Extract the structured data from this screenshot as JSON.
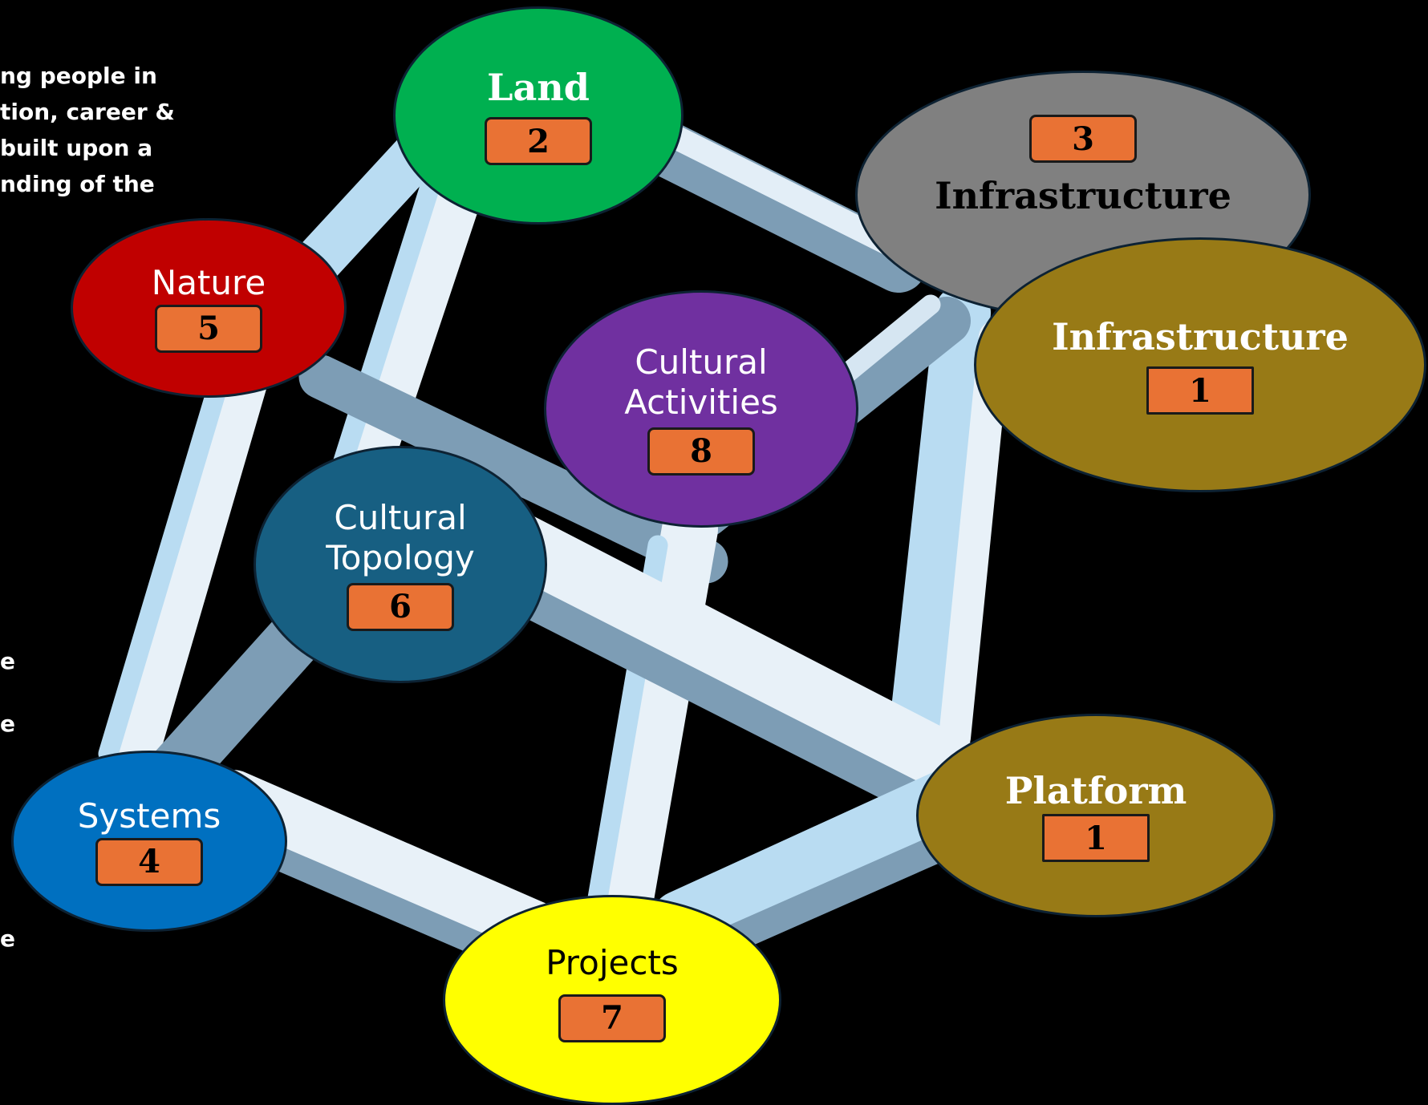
{
  "intro": {
    "lines": [
      "ng people in",
      "tion, career &",
      " built upon a",
      "nding of the"
    ]
  },
  "left_edge_fragments": [
    "e",
    "e",
    "e"
  ],
  "nodes": {
    "land": {
      "label": "Land",
      "number": "2",
      "color": "#00b050"
    },
    "infrastructure_top": {
      "label": "Infrastructure",
      "number": "3",
      "color": "#808080"
    },
    "nature": {
      "label": "Nature",
      "number": "5",
      "color": "#c00000"
    },
    "infrastructure_right": {
      "label": "Infrastructure",
      "number": "1",
      "color": "#987a16"
    },
    "cultural_activities": {
      "label_lines": [
        "Cultural",
        "Activities"
      ],
      "number": "8",
      "color": "#7030a0"
    },
    "cultural_topology": {
      "label_lines": [
        "Cultural",
        "Topology"
      ],
      "number": "6",
      "color": "#175f82"
    },
    "platform": {
      "label": "Platform",
      "number": "1",
      "color": "#987a16"
    },
    "systems": {
      "label": "Systems",
      "number": "4",
      "color": "#0070c0"
    },
    "projects": {
      "label": "Projects",
      "number": "7",
      "color": "#ffff00"
    }
  },
  "colors": {
    "background": "#000000",
    "frame_light": "#e8f1f8",
    "frame_mid": "#b9dcf2",
    "frame_shadow": "#7d9db5",
    "badge": "#e97234"
  }
}
